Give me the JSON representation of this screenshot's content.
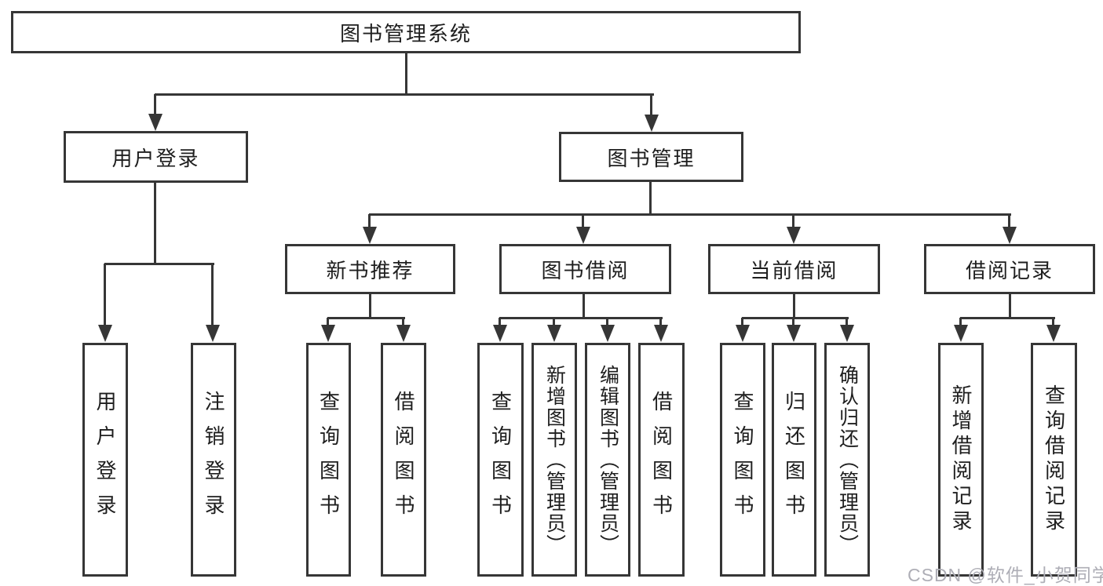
{
  "colors": {
    "line": "#363636",
    "text": "#1e1e1e",
    "watermark": "#aeaeb6",
    "background": "#ffffff"
  },
  "watermark": {
    "text": "CSDN @软件_小贺同学"
  },
  "tree": {
    "root": {
      "label": "图书管理系统"
    },
    "branches": [
      {
        "label": "用户登录",
        "children": [
          {
            "label": "用户登录"
          },
          {
            "label": "注销登录"
          }
        ]
      },
      {
        "label": "图书管理",
        "children": [
          {
            "label": "新书推荐",
            "children": [
              {
                "label": "查询图书"
              },
              {
                "label": "借阅图书"
              }
            ]
          },
          {
            "label": "图书借阅",
            "children": [
              {
                "label": "查询图书"
              },
              {
                "label": "新增图书（管理员）"
              },
              {
                "label": "编辑图书（管理员）"
              },
              {
                "label": "借阅图书"
              }
            ]
          },
          {
            "label": "当前借阅",
            "children": [
              {
                "label": "查询图书"
              },
              {
                "label": "归还图书"
              },
              {
                "label": "确认归还（管理员）"
              }
            ]
          },
          {
            "label": "借阅记录",
            "children": [
              {
                "label": "新增借阅记录"
              },
              {
                "label": "查询借阅记录"
              }
            ]
          }
        ]
      }
    ]
  }
}
